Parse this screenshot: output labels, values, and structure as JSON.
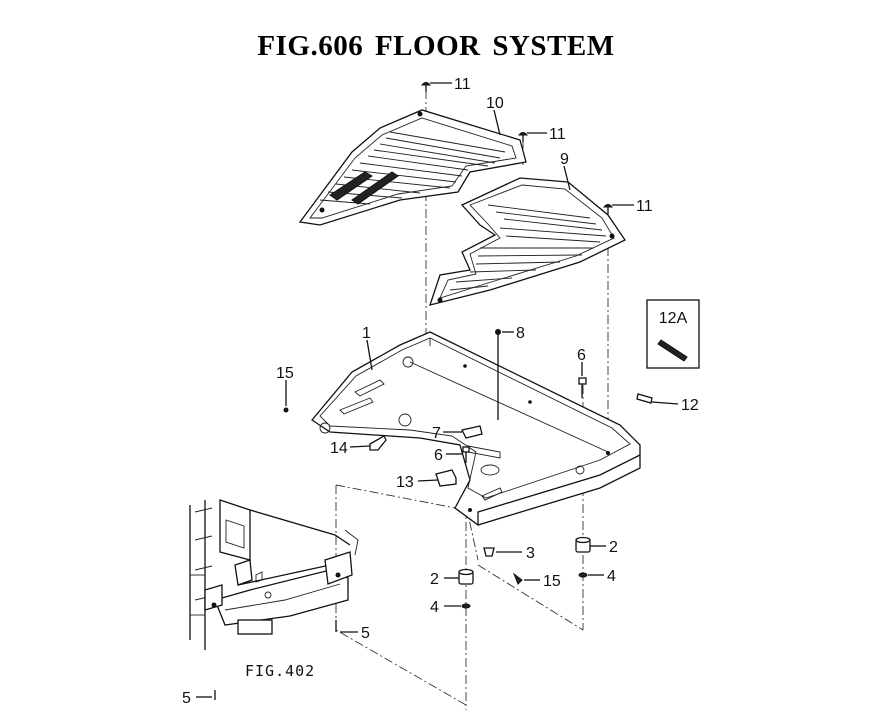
{
  "title": "FIG.606  FLOOR SYSTEM",
  "figure_reference": "FIG.402",
  "detail_label": "12A",
  "callouts": {
    "c1": "1",
    "c2a": "2",
    "c2b": "2",
    "c3": "3",
    "c4a": "4",
    "c4b": "4",
    "c5a": "5",
    "c5b": "5",
    "c6a": "6",
    "c6b": "6",
    "c7": "7",
    "c8": "8",
    "c9": "9",
    "c10": "10",
    "c11a": "11",
    "c11b": "11",
    "c11c": "11",
    "c12": "12",
    "c13": "13",
    "c14": "14",
    "c15a": "15",
    "c15b": "15"
  }
}
